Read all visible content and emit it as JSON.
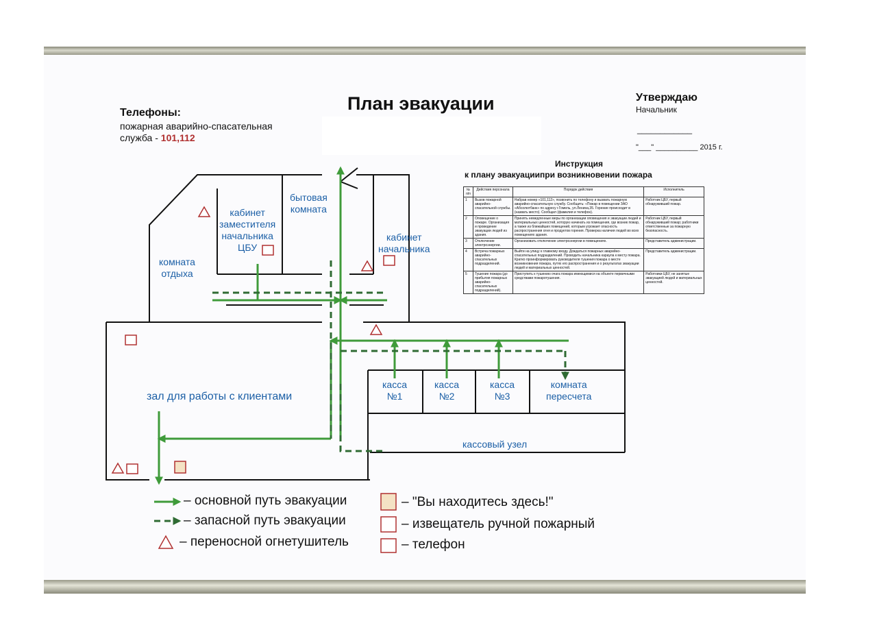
{
  "header": {
    "phones_title": "Телефоны:",
    "phones_line1": "пожарная аварийно-спасательная",
    "phones_line2_prefix": "служба - ",
    "phones_number": "101,112",
    "title": "План эвакуации",
    "approve_title": "Утверждаю",
    "approve_subtitle": "Начальник",
    "approve_signature_line": "____________",
    "approve_date": "\"___\" __________ 2015 г."
  },
  "instruction": {
    "title": "Инструкция",
    "subtitle": "к плану эвакуациипри возникновении пожара",
    "columns": [
      "№ п/п",
      "Действия персонала",
      "Порядок действия",
      "Исполнитель"
    ],
    "rows": [
      {
        "n": "1",
        "action": "Вызов пожарной аварийно-спасательной службы.",
        "order": "Набрав номер «101,112», позвонить по телефону и вызвать пожарную аварийно-спасательную службу. Сообщить: «Пожар в помещении ЗАО «Абсолютбанк» по адресу г.Гомель, ул.Ленина,35. Горение происходит в (назвать место). Сообщил (фамилия и телефон).",
        "executor": "Работник ЦБУ, первый обнаруживший пожар."
      },
      {
        "n": "2",
        "action": "Оповещение о пожаре. Организация и проведение эвакуации людей из здания.",
        "order": "Принять немедленные меры по организации оповещения и эвакуации людей и материальных ценностей, которую начинать из помещения, где возник пожар, а также из ближайших помещений, которым угрожает опасность распространения огня и продуктов горения. Проверка наличия людей во всех помещениях здания.",
        "executor": "Работник ЦБУ, первый обнаруживший пожар; работники ответственные за пожарную безопасность."
      },
      {
        "n": "3",
        "action": "Отключение электроэнергии.",
        "order": "Организовать отключение электроэнергии в помещениях.",
        "executor": "Представитель администрации."
      },
      {
        "n": "4",
        "action": "Встреча пожарных аварийно-спасательных подразделений.",
        "order": "Выйти на улицу к главному входу. Дождаться пожарных аварийно-спасательных подразделений. Проводить начальника караула к месту пожара. Кратко проинформировать руководителя тушения пожара о месте возникновения пожара, путях его распространения и о результатах эвакуации людей и материальных ценностей.",
        "executor": "Представитель администрации."
      },
      {
        "n": "5",
        "action": "Тушение пожара (до прибытия пожарных аварийно-спасательных подразделений).",
        "order": "Приступить к тушению очага пожара имеющимися на объекте первичными средствами пожаротушения.",
        "executor": "Работники ЦБУ, не занятые эвакуацией людей и материальных ценностей."
      }
    ]
  },
  "rooms": {
    "rest_room": "комната\nотдыха",
    "deputy_office": "кабинет\nзаместителя\nначальника\nЦБУ",
    "utility_room": "бытовая\nкомната",
    "head_office": "кабинет\nначальника",
    "client_hall": "зал для работы с клиентами",
    "cashier1": "касса\n№1",
    "cashier2": "касса\n№2",
    "cashier3": "касса\n№3",
    "counting_room": "комната\nпересчета",
    "cash_unit": "кассовый узел"
  },
  "legend": {
    "main_route": "– основной путь эвакуации",
    "reserve_route": "– запасной путь эвакуации",
    "extinguisher": "– переносной огнетушитель",
    "you_are_here": "– \"Вы находитесь здесь!\"",
    "fire_alarm": "– извещатель ручной пожарный",
    "phone": "– телефон"
  },
  "colors": {
    "route": "#3f9b3a",
    "reserve_route": "#2f6b33",
    "room_label": "#1b5fa6",
    "marker": "#b03030",
    "wall": "#111111"
  }
}
